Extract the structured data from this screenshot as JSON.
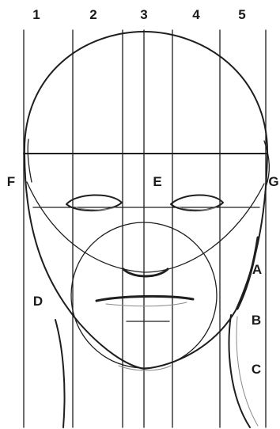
{
  "column_labels": [
    "1",
    "2",
    "3",
    "4",
    "5"
  ],
  "point_labels": {
    "F": "F",
    "E": "E",
    "G": "G",
    "A": "A",
    "B": "B",
    "C": "C",
    "D": "D"
  },
  "colors": {
    "ink": "#1e1e1e",
    "sketch": "#8a8a8a",
    "background": "#ffffff"
  }
}
